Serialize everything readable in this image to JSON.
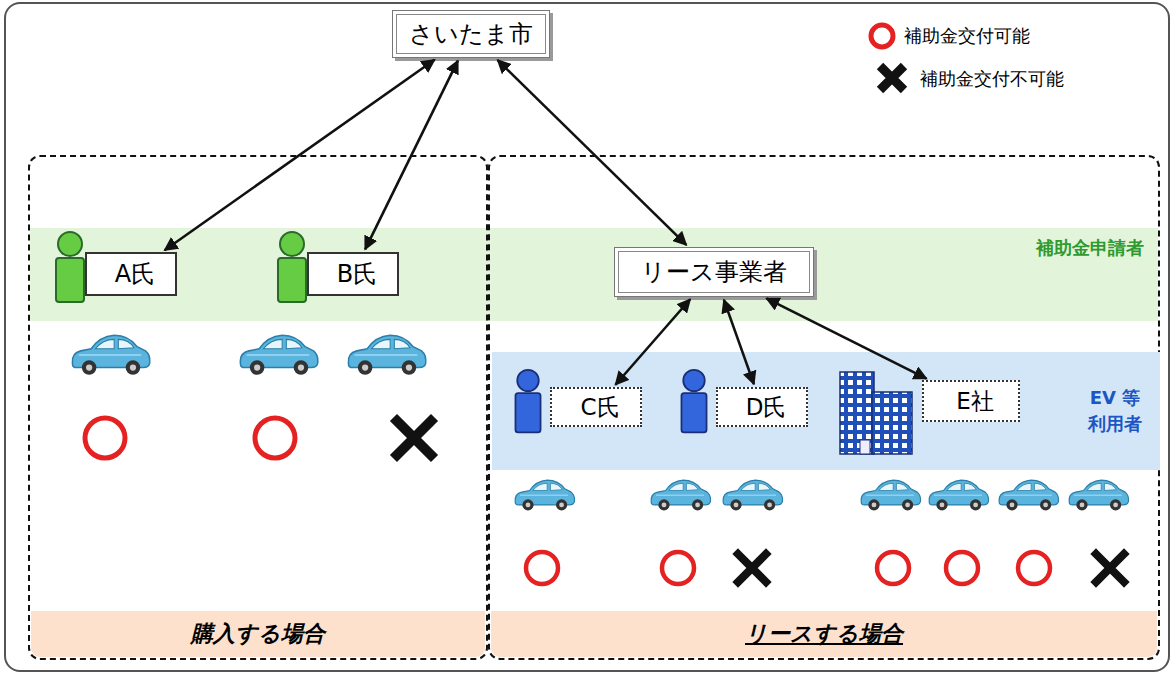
{
  "diagram": {
    "nodes": [
      {
        "text": [
          "さいたま市"
        ]
      },
      {
        "text": [
          "購入する場合"
        ]
      },
      {
        "text": [
          "リースする場合"
        ]
      },
      {
        "text": [
          "補助金申請者"
        ]
      },
      {
        "text": [
          "A氏"
        ],
        "in": 1
      },
      {
        "text": [
          "B氏"
        ],
        "in": 1
      },
      {
        "text": [
          "リース事業者"
        ],
        "in": 2
      },
      {
        "text": [
          "EV 等 利用者"
        ],
        "in": 2
      },
      {
        "text": [
          "C氏"
        ],
        "in": 7
      },
      {
        "text": [
          "D氏"
        ],
        "in": 7
      },
      {
        "text": [
          "E社"
        ],
        "in": 7
      }
    ],
    "edges": [
      {
        "from": 0,
        "to": 4,
        "arrow": "both"
      },
      {
        "from": 0,
        "to": 5,
        "arrow": "both"
      },
      {
        "from": 0,
        "to": 6,
        "arrow": "both"
      },
      {
        "from": 6,
        "to": 8,
        "arrow": "both"
      },
      {
        "from": 6,
        "to": 9,
        "arrow": "both"
      },
      {
        "from": 6,
        "to": 10,
        "arrow": "both"
      }
    ],
    "legend": [
      {
        "text": "補助金交付可能"
      },
      {
        "text": "補助金交付不可能"
      }
    ]
  }
}
